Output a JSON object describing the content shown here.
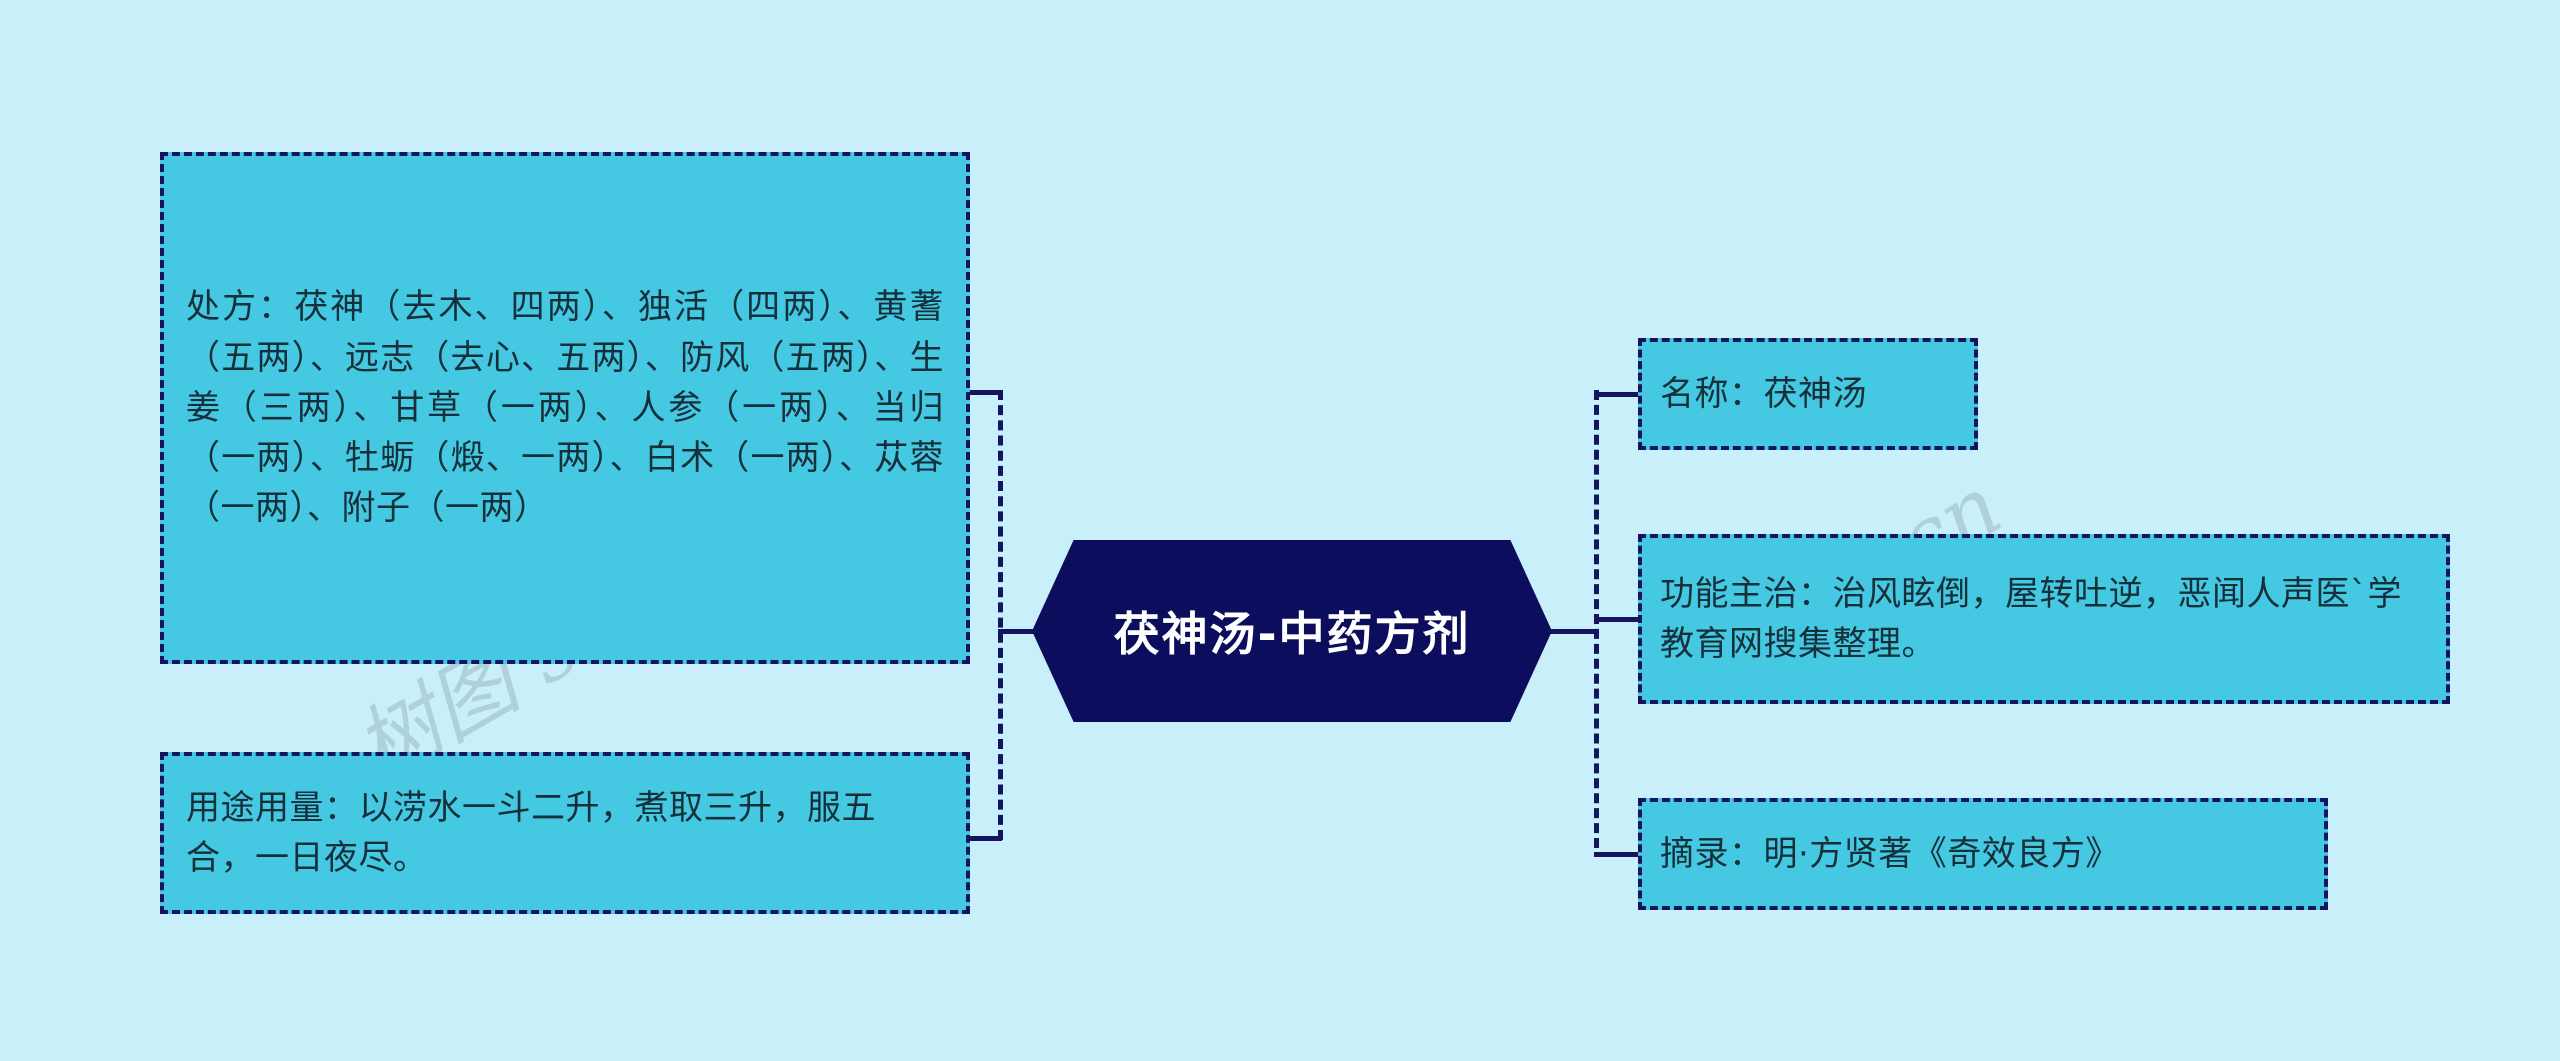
{
  "canvas": {
    "background_color": "#c9f0fa",
    "node_fill_color": "#45c8e2",
    "node_border_color": "#15155f",
    "center_node_color": "#0d0d5e",
    "center_text_color": "#ffffff",
    "body_text_color": "#15303a"
  },
  "center": {
    "title": "茯神汤-中药方剂"
  },
  "left_branch": [
    {
      "key": "prescription",
      "label": "处方",
      "text": "处方：茯神（去木、四两）、独活（四两）、黄蓍（五两）、远志（去心、五两）、防风（五两）、生姜（三两）、甘草（一两）、人参（一两）、当归（一两）、牡蛎（煅、一两）、白术（一两）、苁蓉（一两）、附子（一两）"
    },
    {
      "key": "usage",
      "label": "用途用量",
      "text": "用途用量：以涝水一斗二升，煮取三升，服五合，一日夜尽。"
    }
  ],
  "right_branch": [
    {
      "key": "name",
      "label": "名称",
      "text": "名称：茯神汤"
    },
    {
      "key": "function",
      "label": "功能主治",
      "text": "功能主治：治风眩倒，屋转吐逆，恶闻人声医`学教育网搜集整理。"
    },
    {
      "key": "source",
      "label": "摘录",
      "text": "摘录：明·方贤著《奇效良方》"
    }
  ],
  "watermark": {
    "left": "树图 shutu.cn",
    "right": "shutu.cn"
  }
}
